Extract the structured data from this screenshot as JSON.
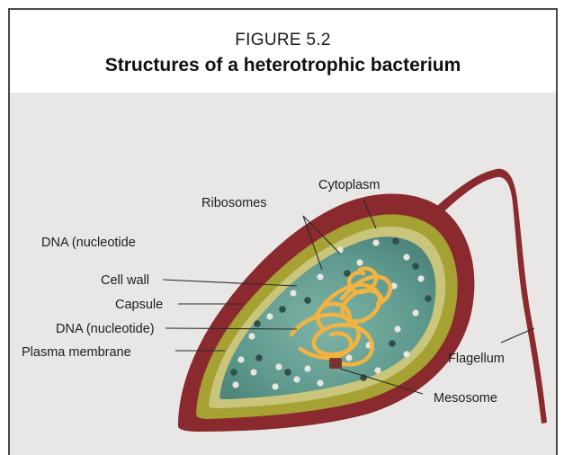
{
  "figure": {
    "number": "FIGURE 5.2",
    "title": "Structures of a heterotrophic bacterium"
  },
  "labels": {
    "cytoplasm": "Cytoplasm",
    "ribosomes": "Ribosomes",
    "dna_top": "DNA (nucleotide",
    "cell_wall": "Cell wall",
    "capsule": "Capsule",
    "dna": "DNA (nucleotide)",
    "plasma_membrane": "Plasma membrane",
    "flagellum": "Flagellum",
    "mesosome": "Mesosome"
  },
  "colors": {
    "capsule": "#8a2a2e",
    "cell_wall": "#a5a233",
    "membrane": "#c9c57a",
    "cytoplasm": "#5f9a8e",
    "dna": "#f2b340",
    "ribosome_light": "#e8e6df",
    "ribosome_dark": "#2f4f49",
    "mesosome": "#7a3b35",
    "background": "#e9e7e6"
  }
}
